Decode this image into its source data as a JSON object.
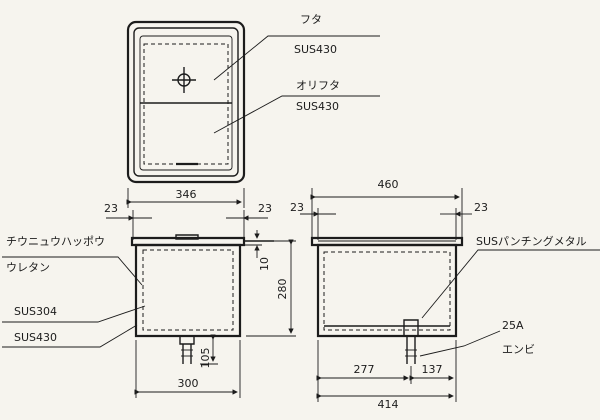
{
  "callouts": {
    "lid": "フタ",
    "lid_material": "SUS430",
    "folding_lid": "オリフタ",
    "folding_lid_material": "SUS430",
    "hinge": "チウニュウハッポウ",
    "urethane": "ウレタン",
    "inner_material": "SUS304",
    "outer_material": "SUS430",
    "punching_metal": "SUSパンチングメタル",
    "drain_size": "25A",
    "drain_type": "エンビ"
  },
  "dimensions": {
    "plan_width": "346",
    "side_left_flange": "23",
    "side_right_flange": "23",
    "side_depth": "280",
    "flange_thickness": "10",
    "drain_height": "105",
    "side_width": "300",
    "front_width": "460",
    "front_left_flange": "23",
    "front_right_flange": "23",
    "drain_offset_left": "277",
    "drain_offset_right": "137",
    "front_body_width": "414"
  }
}
